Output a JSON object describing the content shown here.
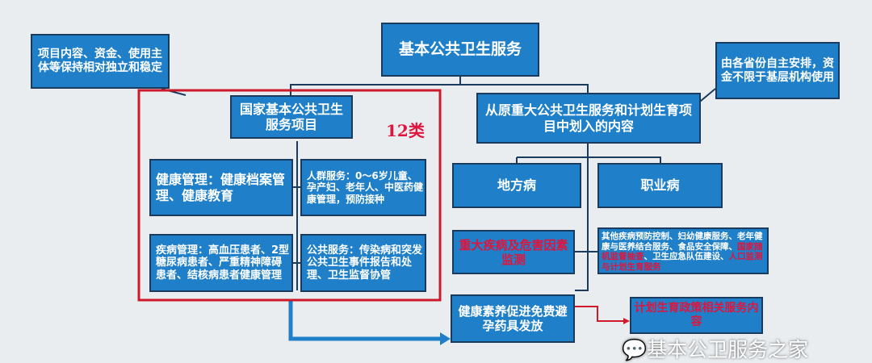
{
  "root": "基本公共卫生服务",
  "callout_left": "项目内容、资金、使用主体等保持相对独立和稳定",
  "callout_right": "由各省份自主安排，资金不限于基层机构使用",
  "national": {
    "title": "国家基本公共卫生服务项目",
    "count": "12类",
    "health_mgmt": "健康管理：健康档案管理、健康教育",
    "population": "人群服务：0～6岁儿童、孕产妇、老年人、中医药健康管理，预防接种",
    "disease_mgmt": "疾病管理：高血压患者、2型糖尿病患者、严重精神障碍患者、结核病患者健康管理",
    "public": "公共服务：传染病和突发公共卫生事件报告和处理、卫生监督协管"
  },
  "transferred": {
    "title": "从原重大公共卫生服务和计划生育项目中划入的内容",
    "endemic": "地方病",
    "occupational": "职业病",
    "major_disease": "重大疾病及危害因素监测",
    "others_a": "其他疾病预防控制、妇幼健康服务、老年健康与医养结合服务、食品安全保障、",
    "others_red1": "国家随机监督抽查",
    "others_b": "、卫生应急队伍建设、",
    "others_red2": "人口监测与计划生育服务",
    "literacy": "健康素养促进免费避孕药具发放",
    "family_planning": "计划生育政策相关服务内容"
  },
  "watermark": "基本公卫服务之家"
}
